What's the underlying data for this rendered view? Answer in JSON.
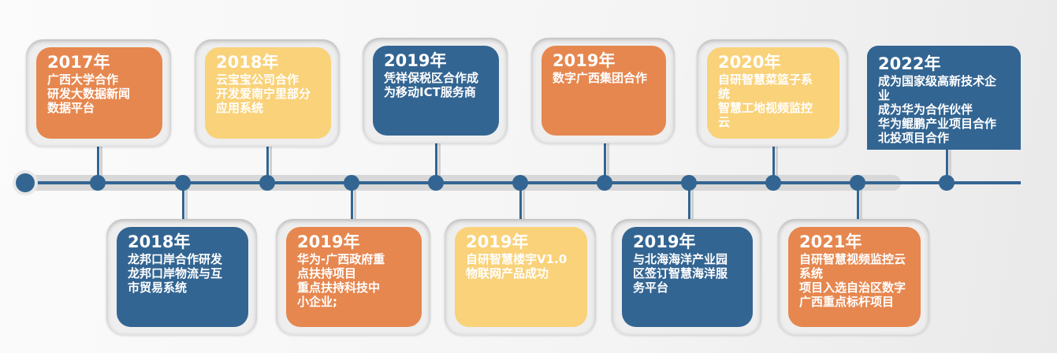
{
  "colors": {
    "orange": "#E6874F",
    "yellow": "#F9D27A",
    "blue": "#336592"
  },
  "milestones": [
    {
      "year": "2017年",
      "lines": [
        "广西大学合作",
        "研发大数据新闻",
        "数据平台"
      ]
    },
    {
      "year": "2018年",
      "lines": [
        "龙邦口岸合作研发",
        "龙邦口岸物流与互",
        "市贸易系统"
      ]
    },
    {
      "year": "2018年",
      "lines": [
        "云宝宝公司合作",
        "开发爱南宁里部分",
        "应用系统"
      ]
    },
    {
      "year": "2019年",
      "lines": [
        "华为-广西政府重",
        "点扶持项目",
        "重点扶持科技中",
        "小企业;"
      ]
    },
    {
      "year": "2019年",
      "lines": [
        "凭祥保税区合作成",
        "为移动ICT服务商"
      ]
    },
    {
      "year": "2019年",
      "lines": [
        "自研智慧楼宇V1.0",
        "物联网产品成功"
      ]
    },
    {
      "year": "2019年",
      "lines": [
        "数字广西集团合作"
      ]
    },
    {
      "year": "2019年",
      "lines": [
        "与北海海洋产业园",
        "区签订智慧海洋服",
        "务平台"
      ]
    },
    {
      "year": "2020年",
      "lines": [
        "自研智慧菜篮子系",
        "统",
        "智慧工地视频监控",
        "云"
      ]
    },
    {
      "year": "2021年",
      "lines": [
        "自研智慧视频监控云",
        "系统",
        "项目入选自治区数字",
        "广西重点标杆项目"
      ]
    },
    {
      "year": "2022年",
      "lines": [
        "成为国家级高新技术企",
        "业",
        "成为华为合作伙伴",
        "华为鲲鹏产业项目合作",
        "北投项目合作"
      ]
    }
  ]
}
